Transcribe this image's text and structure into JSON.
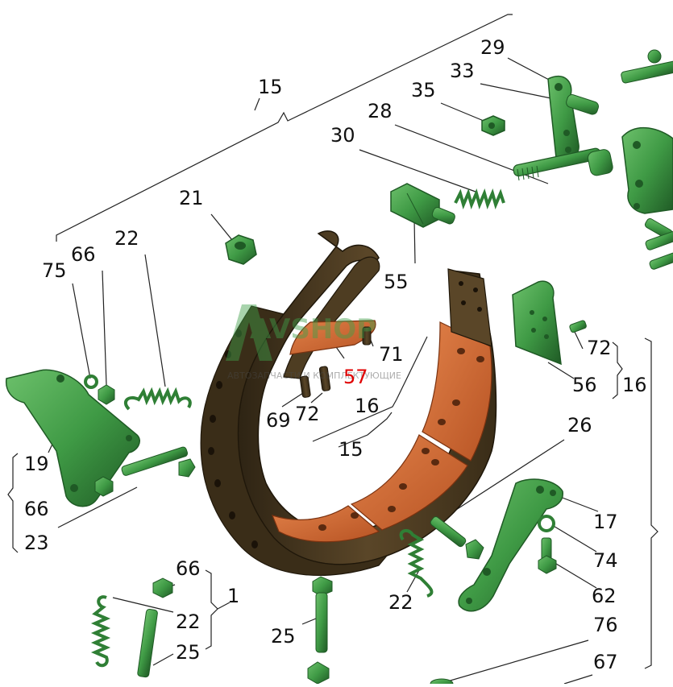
{
  "diagram": {
    "watermark": {
      "line1": "AVSHOP",
      "line2": "АВТОЗАПЧАСТИ И КОМПЛЕКТУЮЩИЕ"
    },
    "callouts": [
      {
        "id": "c-15-top",
        "text": "15"
      },
      {
        "id": "c-29",
        "text": "29"
      },
      {
        "id": "c-33",
        "text": "33"
      },
      {
        "id": "c-35",
        "text": "35"
      },
      {
        "id": "c-28",
        "text": "28"
      },
      {
        "id": "c-30",
        "text": "30"
      },
      {
        "id": "c-21",
        "text": "21"
      },
      {
        "id": "c-66-a",
        "text": "66"
      },
      {
        "id": "c-22-a",
        "text": "22"
      },
      {
        "id": "c-75",
        "text": "75"
      },
      {
        "id": "c-55",
        "text": "55"
      },
      {
        "id": "c-71",
        "text": "71"
      },
      {
        "id": "c-57",
        "text": "57",
        "highlight": true
      },
      {
        "id": "c-72-a",
        "text": "72"
      },
      {
        "id": "c-69",
        "text": "69"
      },
      {
        "id": "c-16-a",
        "text": "16"
      },
      {
        "id": "c-15-mid",
        "text": "15"
      },
      {
        "id": "c-72-b",
        "text": "72"
      },
      {
        "id": "c-56",
        "text": "56"
      },
      {
        "id": "c-16-b",
        "text": "16"
      },
      {
        "id": "c-26",
        "text": "26"
      },
      {
        "id": "c-19",
        "text": "19"
      },
      {
        "id": "c-66-b",
        "text": "66"
      },
      {
        "id": "c-23",
        "text": "23"
      },
      {
        "id": "c-17",
        "text": "17"
      },
      {
        "id": "c-74",
        "text": "74"
      },
      {
        "id": "c-62",
        "text": "62"
      },
      {
        "id": "c-22-b",
        "text": "22"
      },
      {
        "id": "c-66-c",
        "text": "66"
      },
      {
        "id": "c-1",
        "text": "1"
      },
      {
        "id": "c-22-c",
        "text": "22"
      },
      {
        "id": "c-25-a",
        "text": "25"
      },
      {
        "id": "c-25-b",
        "text": "25"
      },
      {
        "id": "c-76",
        "text": "76"
      },
      {
        "id": "c-67",
        "text": "67"
      }
    ],
    "colors": {
      "part_green": "#3f9a45",
      "part_green_dark": "#1f5a25",
      "band_dark": "#4a3a22",
      "lining": "#c8622f",
      "highlight_text": "#e00000",
      "text": "#111111"
    }
  }
}
